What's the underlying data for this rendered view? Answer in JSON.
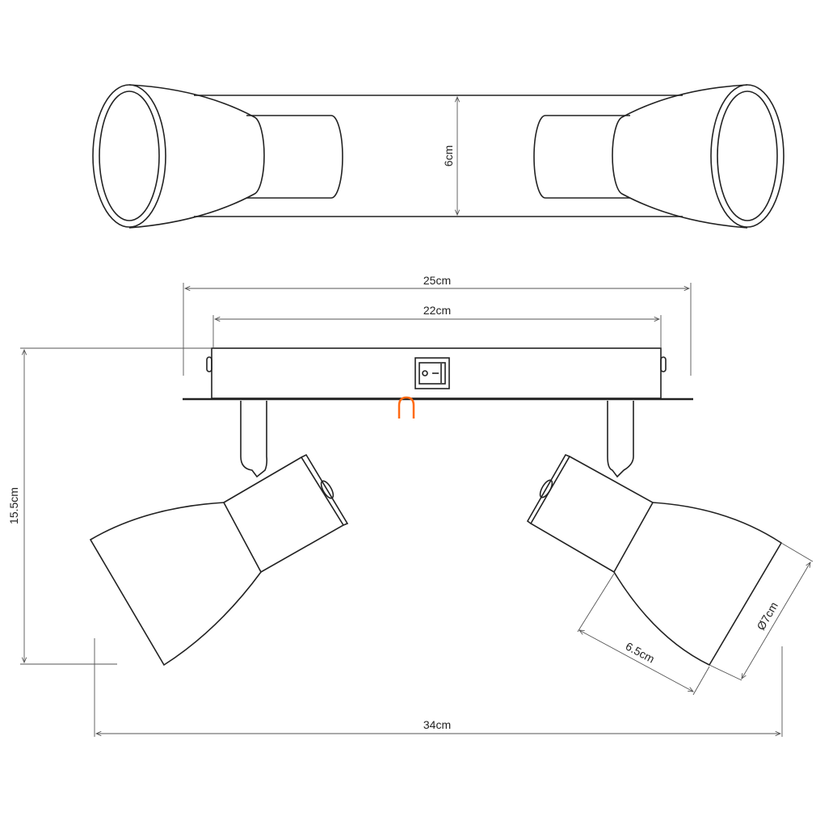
{
  "dimensions": {
    "height_top": "6cm",
    "width_25": "25cm",
    "width_22": "22cm",
    "height_total": "15.5cm",
    "width_total": "34cm",
    "shade_length": "6.5cm",
    "shade_diameter": "Ø7cm"
  },
  "colors": {
    "line": "#222222",
    "accent": "#ff6a13"
  }
}
